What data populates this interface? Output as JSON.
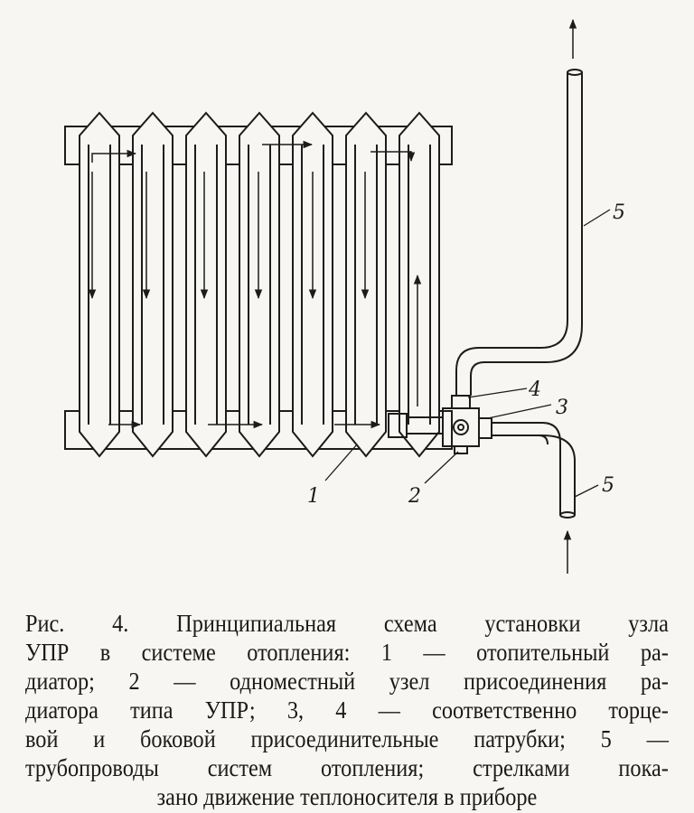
{
  "figure": {
    "labels": {
      "radiator": "1",
      "node": "2",
      "end_pipe": "3",
      "side_pipe": "4",
      "pipe_top": "5",
      "pipe_bottom": "5"
    },
    "sections": 7
  },
  "caption": {
    "lines": [
      "Рис. 4. Принципиальная схема установки узла",
      "УПР в системе отопления: 1 — отопительный ра-",
      "диатор; 2 — одноместный узел присоединения ра-",
      "диатора типа УПР; 3, 4 — соответственно торце-",
      "вой и боковой присоединительные патрубки; 5 —",
      "трубопроводы систем отопления; стрелками пока-",
      "зано движение теплоносителя в приборе"
    ]
  }
}
